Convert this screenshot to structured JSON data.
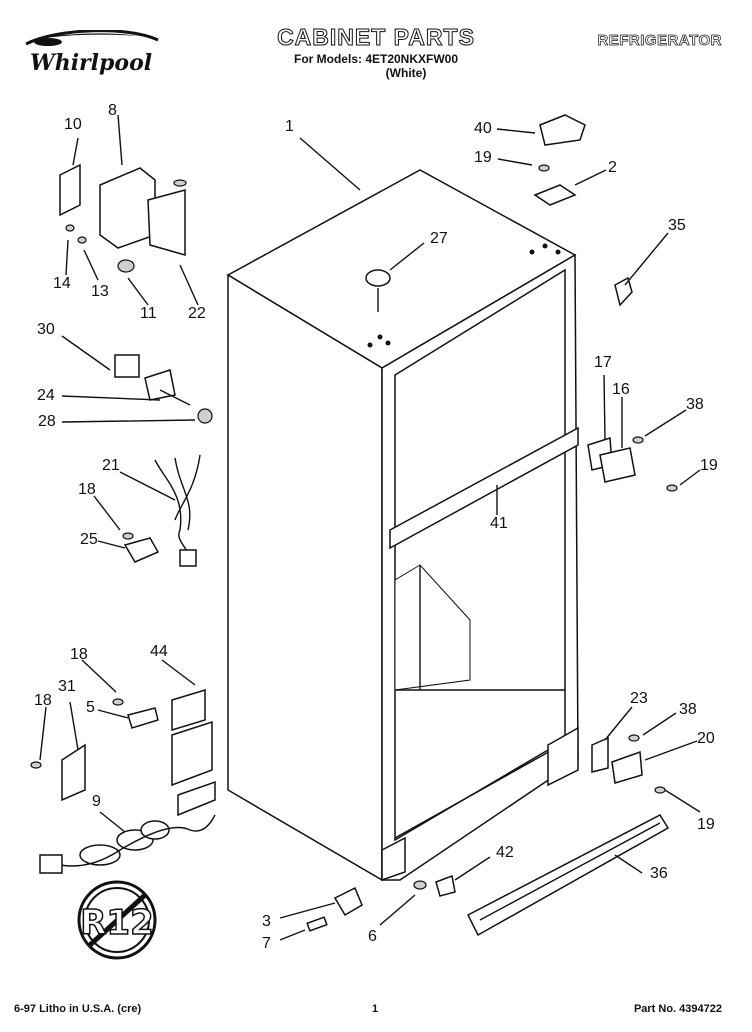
{
  "header": {
    "title": "CABINET PARTS",
    "models_line": "For Models: 4ET20NKXFW00",
    "variant": "(White)",
    "appliance": "REFRIGERATOR",
    "brand": "Whirlpool"
  },
  "seal_text": "R12",
  "footer": {
    "left": "6-97 Litho in U.S.A. (cre)",
    "page": "1",
    "part_no": "Part No. 4394722"
  },
  "callouts": {
    "c1": "1",
    "c2": "2",
    "c3": "3",
    "c5": "5",
    "c6": "6",
    "c7": "7",
    "c8": "8",
    "c9": "9",
    "c10": "10",
    "c11": "11",
    "c13": "13",
    "c14": "14",
    "c16": "16",
    "c17": "17",
    "c18a": "18",
    "c18b": "18",
    "c18c": "18",
    "c19a": "19",
    "c19b": "19",
    "c19c": "19",
    "c20": "20",
    "c21": "21",
    "c22": "22",
    "c23": "23",
    "c24": "24",
    "c25": "25",
    "c27": "27",
    "c28": "28",
    "c30": "30",
    "c31": "31",
    "c35": "35",
    "c36": "36",
    "c38a": "38",
    "c38b": "38",
    "c40": "40",
    "c41": "41",
    "c42": "42",
    "c44": "44"
  }
}
